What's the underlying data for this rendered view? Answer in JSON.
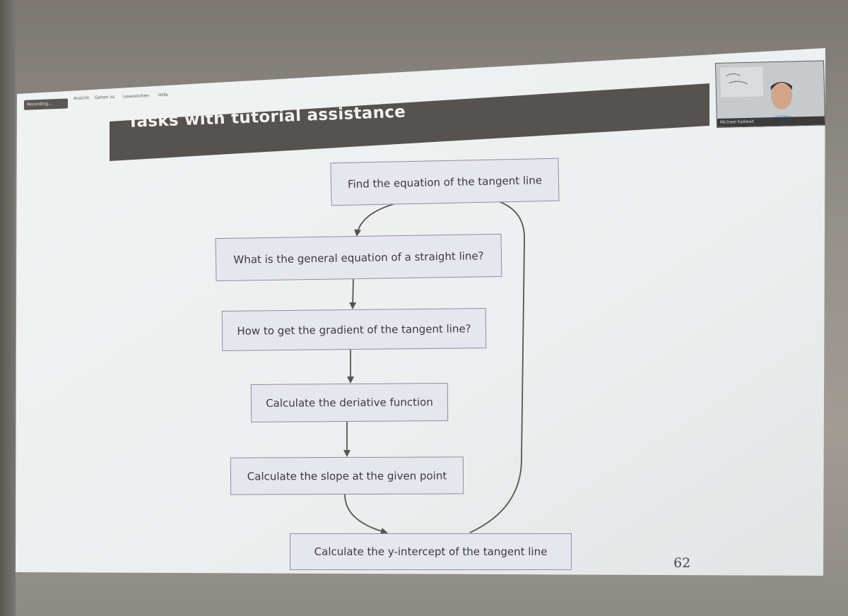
{
  "toolbar": {
    "recording_label": "Recording...",
    "menu": [
      "Ansicht",
      "Gehen zu",
      "Lesezeichen",
      "Hilfe"
    ]
  },
  "slide": {
    "title": "Tasks with tutorial assistance",
    "page_number": "62"
  },
  "webcam": {
    "name": "Michael Kallweit"
  },
  "flowchart": {
    "steps": [
      "Find the equation of the tangent line",
      "What is the general equation of a straight line?",
      "How to get the gradient of the tangent line?",
      "Calculate the deriative function",
      "Calculate the slope at the given point",
      "Calculate the y-intercept of the tangent line"
    ],
    "loop_back": "Calculate the y-intercept of the tangent line → Find the equation of the tangent line"
  },
  "colors": {
    "header_bar": "#55524f",
    "slide_bg": "#eef1f2",
    "box_fill": "#e6e7ee",
    "box_border": "#8f8ca8",
    "arrow": "#555555"
  }
}
